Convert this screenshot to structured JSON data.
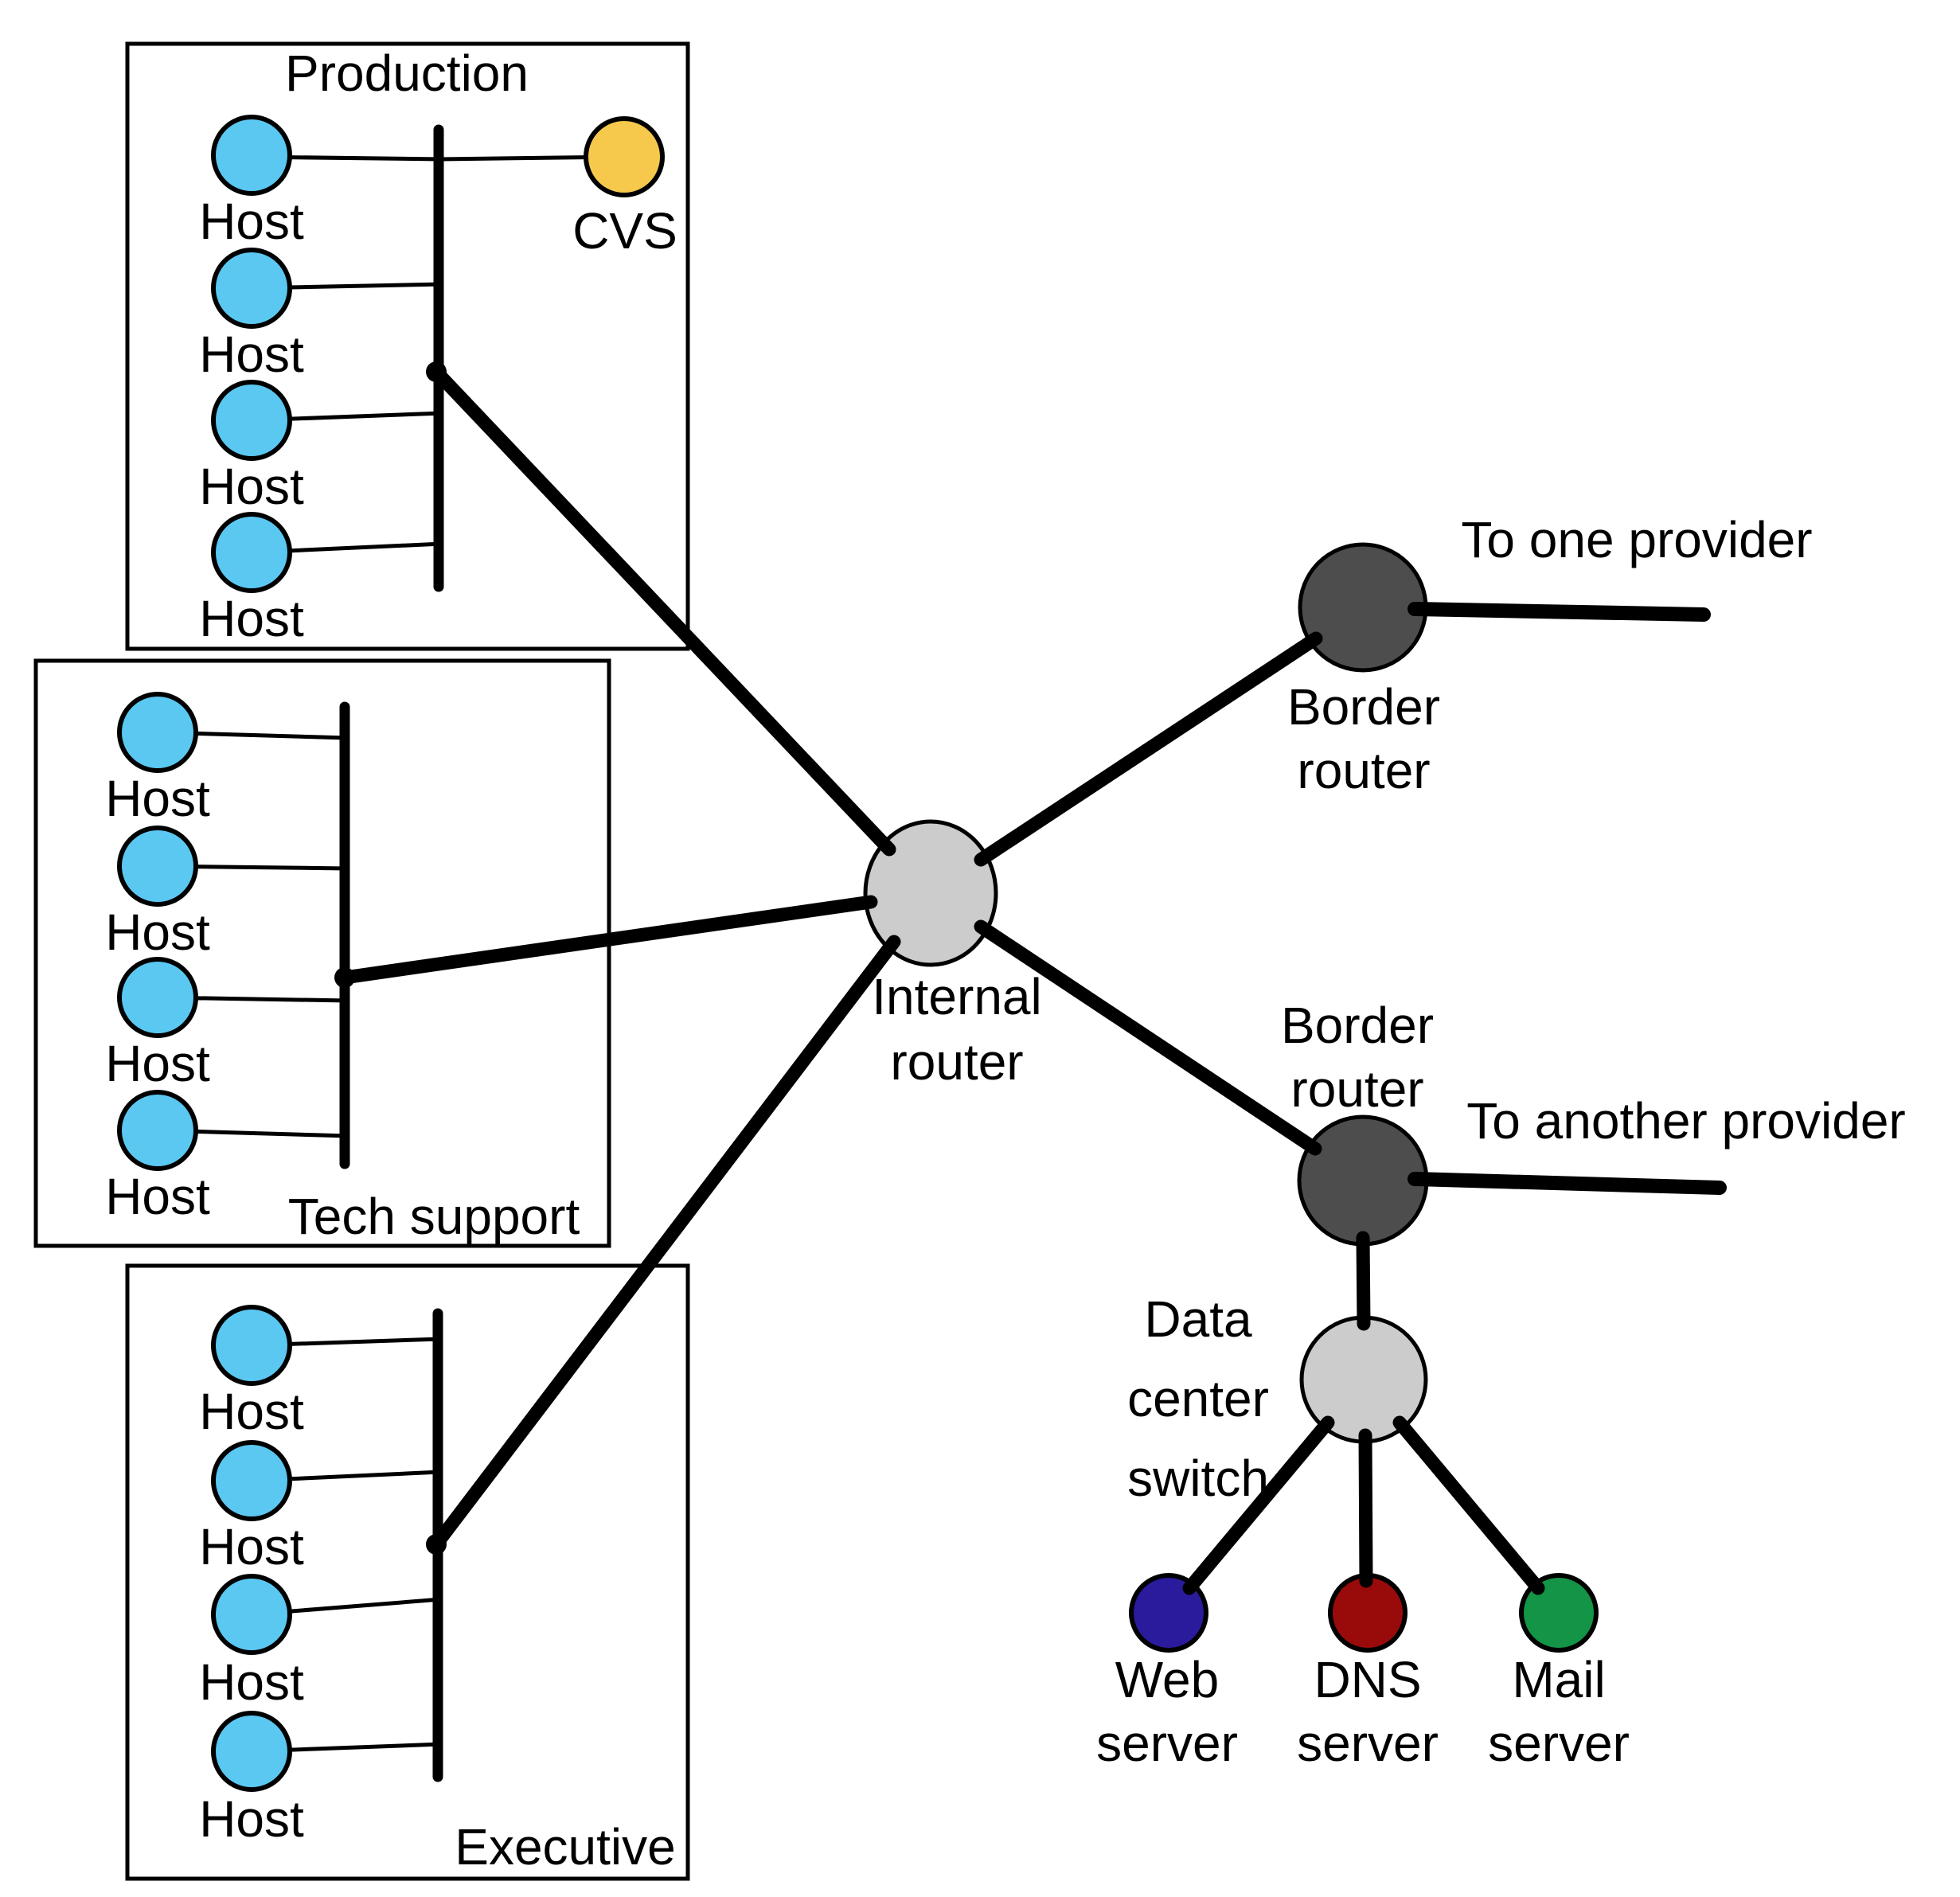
{
  "diagram": {
    "groups": [
      {
        "label": "Production",
        "hosts": [
          "Host",
          "Host",
          "Host",
          "Host"
        ],
        "cvs_label": "CVS"
      },
      {
        "label": "Tech support",
        "hosts": [
          "Host",
          "Host",
          "Host",
          "Host"
        ]
      },
      {
        "label": "Executive",
        "hosts": [
          "Host",
          "Host",
          "Host",
          "Host"
        ]
      }
    ],
    "nodes": {
      "internal_router": {
        "lines": [
          "Internal",
          "router"
        ],
        "fill": "#cccccc"
      },
      "border_router_top": {
        "lines": [
          "Border",
          "router"
        ],
        "fill": "#4d4d4d"
      },
      "border_router_bottom": {
        "lines": [
          "Border",
          "router"
        ],
        "fill": "#4d4d4d"
      },
      "data_center_switch": {
        "lines": [
          "Data",
          "center",
          "switch"
        ],
        "fill": "#cccccc"
      },
      "web_server": {
        "lines": [
          "Web",
          "server"
        ],
        "fill": "#291b9b"
      },
      "dns_server": {
        "lines": [
          "DNS",
          "server"
        ],
        "fill": "#990a0a"
      },
      "mail_server": {
        "lines": [
          "Mail",
          "server"
        ],
        "fill": "#149446"
      }
    },
    "annotations": {
      "to_one_provider": "To one provider",
      "to_another_provider": "To another provider"
    },
    "colors": {
      "host_fill": "#5bc8f2",
      "cvs_fill": "#f6c94c",
      "link": "#000000",
      "background": "#ffffff"
    },
    "edges": [
      {
        "from": "production-bus",
        "to": "internal-router"
      },
      {
        "from": "tech-support-bus",
        "to": "internal-router"
      },
      {
        "from": "executive-bus",
        "to": "internal-router"
      },
      {
        "from": "internal-router",
        "to": "border-router-top"
      },
      {
        "from": "internal-router",
        "to": "border-router-bottom"
      },
      {
        "from": "border-router-top",
        "to": "one-provider"
      },
      {
        "from": "border-router-bottom",
        "to": "another-provider"
      },
      {
        "from": "border-router-bottom",
        "to": "data-center-switch"
      },
      {
        "from": "data-center-switch",
        "to": "web-server"
      },
      {
        "from": "data-center-switch",
        "to": "dns-server"
      },
      {
        "from": "data-center-switch",
        "to": "mail-server"
      }
    ]
  }
}
